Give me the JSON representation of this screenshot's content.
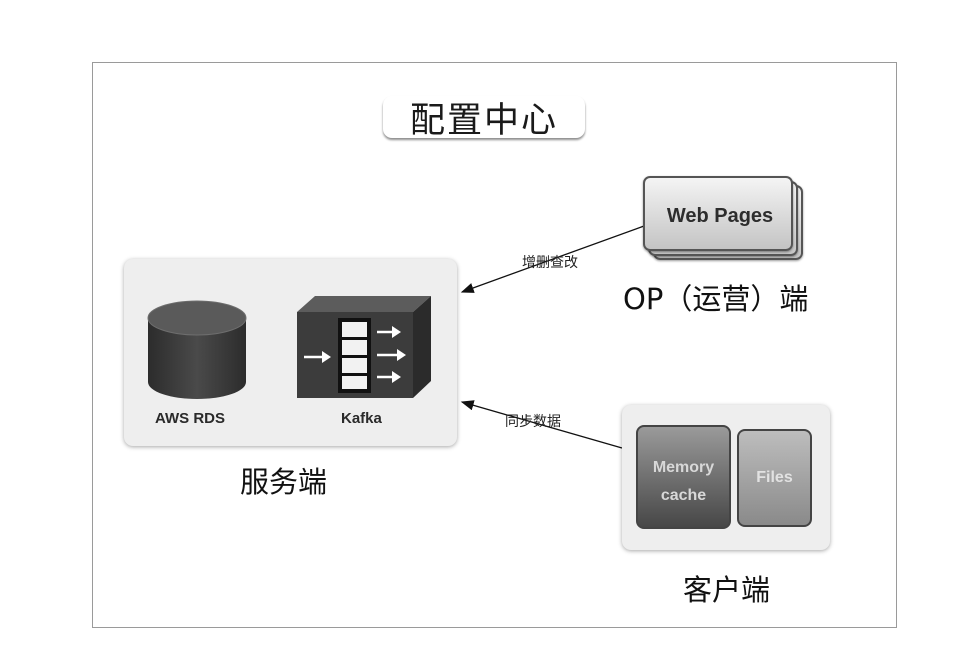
{
  "title": "配置中心",
  "server": {
    "caption": "服务端",
    "nodes": [
      {
        "label": "AWS RDS",
        "icon": "database-cylinder-icon"
      },
      {
        "label": "Kafka",
        "icon": "kafka-box-icon"
      }
    ]
  },
  "op": {
    "caption": "OP（运营）端",
    "web_pages_label": "Web Pages"
  },
  "client": {
    "caption": "客户端",
    "memory_line1": "Memory",
    "memory_line2": "cache",
    "files_label": "Files"
  },
  "edges": [
    {
      "from": "op",
      "to": "server",
      "label": "增删查改"
    },
    {
      "from": "client",
      "to": "server",
      "label": "同步数据"
    }
  ]
}
